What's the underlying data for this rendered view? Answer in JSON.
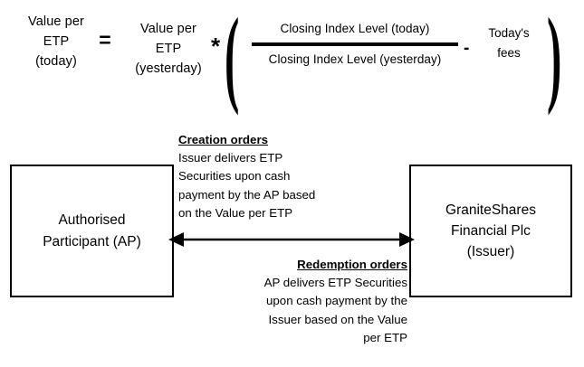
{
  "formula": {
    "left_term": "Value per\nETP\n(today)",
    "equals": "=",
    "right_term": "Value per\nETP\n(yesterday)",
    "multiply": "*",
    "paren_open": "(",
    "paren_close": ")",
    "numerator": "Closing Index Level (today)",
    "denominator": "Closing Index Level (yesterday)",
    "minus": "-",
    "fees_term": "Today's\nfees"
  },
  "diagram": {
    "left_box": {
      "label": "Authorised\nParticipant (AP)"
    },
    "right_box": {
      "label": "GraniteShares\nFinancial Plc\n(Issuer)"
    },
    "arrow": {
      "direction": "bidirectional"
    },
    "creation": {
      "title": "Creation orders",
      "body": "Issuer delivers ETP\nSecurities upon cash\npayment by the AP based\non the Value per ETP"
    },
    "redemption": {
      "title": "Redemption orders",
      "body": "AP delivers ETP Securities\nupon cash payment by the\nIssuer based on the Value\nper ETP"
    }
  },
  "colors": {
    "stroke": "#000000",
    "background": "#ffffff"
  }
}
